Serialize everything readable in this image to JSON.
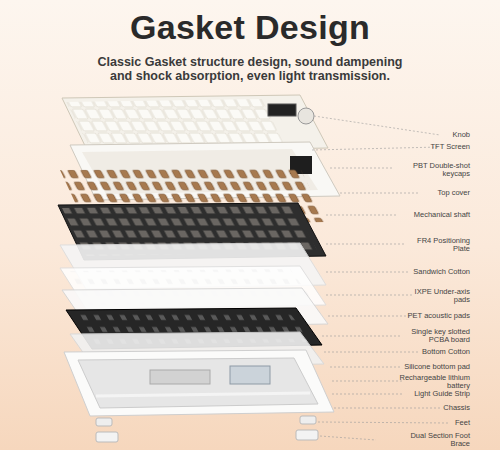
{
  "diagram": {
    "title": "Gasket Design",
    "caption": "Classic Gasket structure design, sound dampening and shock absorption, even light transmission.",
    "labels": [
      "Knob",
      "TFT Screen",
      "PBT Double-shot keycaps",
      "Top cover",
      "Mechanical shaft",
      "FR4 Positioning Plate",
      "Sandwich Cotton",
      "IXPE Under-axis pads",
      "PET acoustic pads",
      "Single key slotted PCBA board",
      "Bottom Cotton",
      "Silicone bottom pad",
      "Rechargeable lithium battery",
      "Light Guide Strip",
      "Chassis",
      "Feet",
      "Dual Section Foot Brace"
    ]
  }
}
